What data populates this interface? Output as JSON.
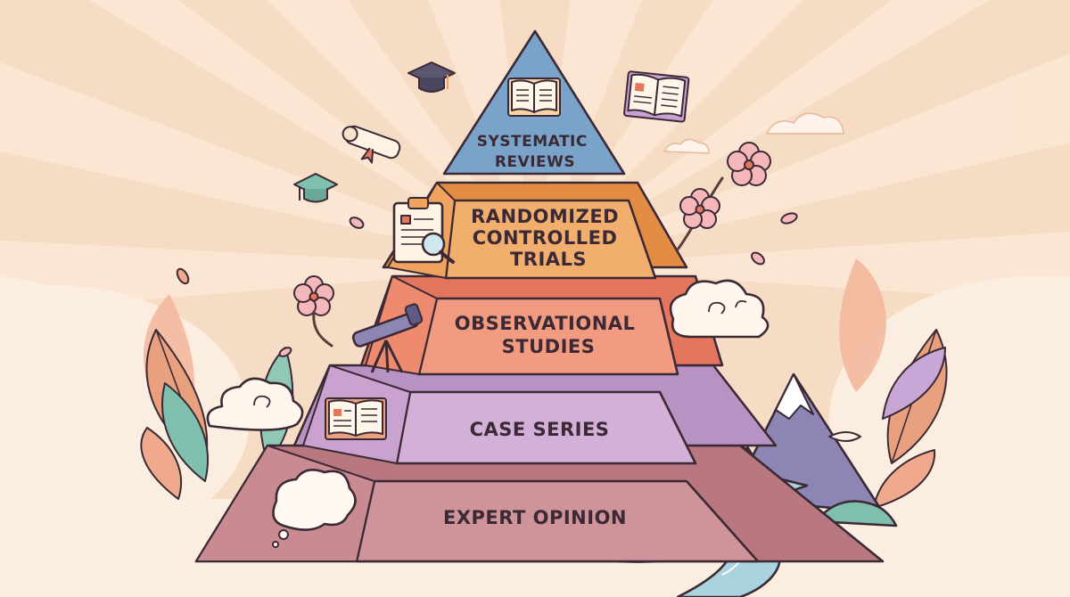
{
  "pyramid": {
    "tiers": [
      {
        "lines": [
          "SYSTEMATIC",
          "REVIEWS"
        ]
      },
      {
        "lines": [
          "RANDOMIZED",
          "CONTROLLED",
          "TRIALS"
        ]
      },
      {
        "lines": [
          "OBSERVATIONAL",
          "STUDIES"
        ]
      },
      {
        "lines": [
          "CASE SERIES"
        ]
      },
      {
        "lines": [
          "EXPERT OPINION"
        ]
      }
    ]
  },
  "colors": {
    "background": "#f6dcc4",
    "sunburst": "#fbe9d6",
    "tier_1": "#7aa3c9",
    "tier_2": "#f0a35f",
    "tier_3": "#ee8a6d",
    "tier_4": "#c9a2cf",
    "tier_5": "#c98a91",
    "outline": "#3b2a35",
    "river": "#a9d3df",
    "blossom": "#f5b7b9",
    "leaf": "#e9a07e",
    "mountain": "#8d86b4"
  },
  "icons": [
    "book-icon",
    "graduation-cap-icon",
    "diploma-scroll-icon",
    "clipboard-magnifier-icon",
    "telescope-icon",
    "thought-cloud-icon",
    "cherry-blossom-icon",
    "mountain-icon",
    "river-icon",
    "cloud-swirl-icon"
  ]
}
